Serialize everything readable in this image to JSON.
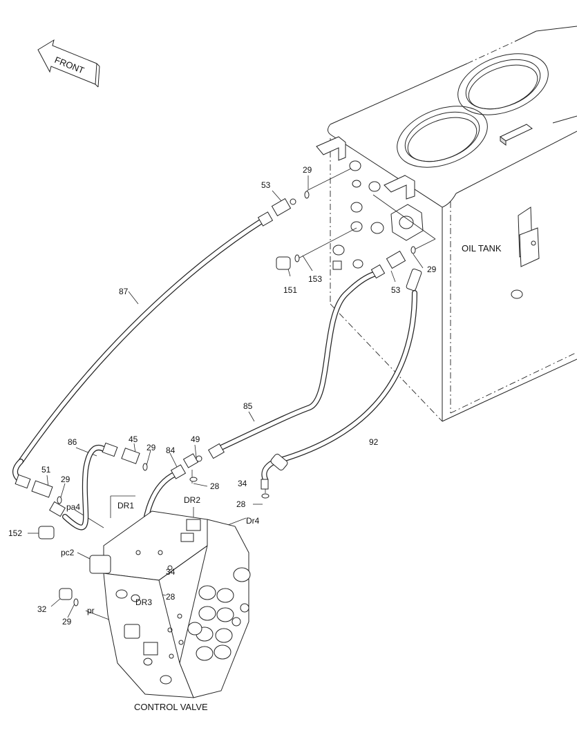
{
  "labels": {
    "front": "FRONT",
    "oil_tank": "OIL TANK",
    "control_valve": "CONTROL VALVE",
    "p29_top": "29",
    "p53_top": "53",
    "p151": "151",
    "p153": "153",
    "p53_right": "53",
    "p29_right": "29",
    "p87": "87",
    "p85": "85",
    "p92": "92",
    "p86": "86",
    "p45": "45",
    "p29_mid": "29",
    "p84": "84",
    "p49": "49",
    "p28_mid": "28",
    "p34_right": "34",
    "p28_right": "28",
    "dr4": "Dr4",
    "dr1": "DR1",
    "dr2": "DR2",
    "p51": "51",
    "p29_left": "29",
    "pa4": "pa4",
    "p152": "152",
    "pc2": "pc2",
    "p34_low": "34",
    "p28_low": "28",
    "dr3": "DR3",
    "p32": "32",
    "pr": "pr",
    "p29_bottom": "29"
  }
}
